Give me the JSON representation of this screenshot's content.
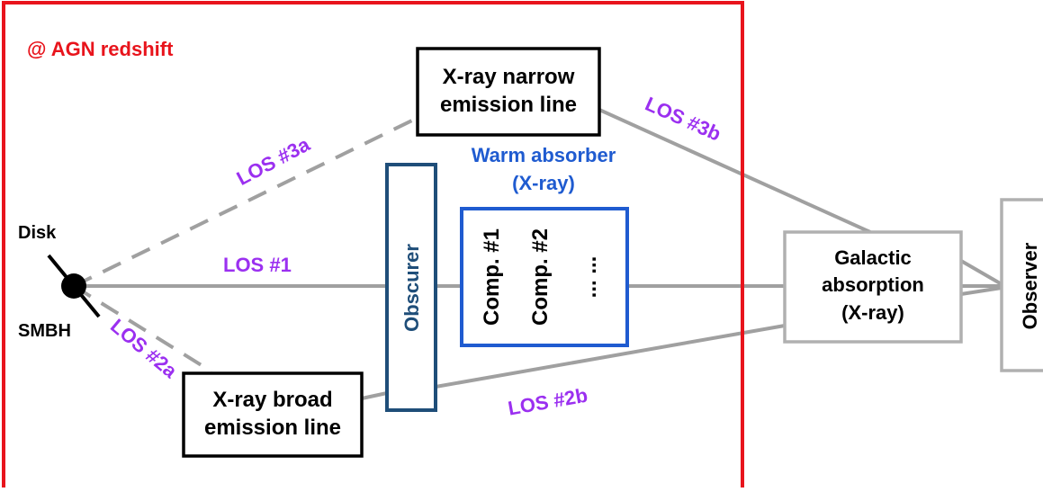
{
  "region_label": "@ AGN redshift",
  "disk_label": "Disk",
  "smbh_label": "SMBH",
  "narrow_line": {
    "line1": "X-ray narrow",
    "line2": "emission line"
  },
  "broad_line": {
    "line1": "X-ray broad",
    "line2": "emission line"
  },
  "obscurer_label": "Obscurer",
  "warm_absorber": {
    "title1": "Warm absorber",
    "title2": "(X-ray)",
    "components": [
      "Comp. #1",
      "Comp. #2",
      "... ..."
    ]
  },
  "galactic": {
    "line1": "Galactic",
    "line2": "absorption",
    "line3": "(X-ray)"
  },
  "observer_label": "Observer",
  "los_labels": {
    "los1": "LOS #1",
    "los2a": "LOS #2a",
    "los2b": "LOS #2b",
    "los3a": "LOS #3a",
    "los3b": "LOS #3b"
  },
  "colors": {
    "region_border": "#e8141c",
    "region_text": "#e8141c",
    "los_text": "#9b30f0",
    "warm_absorber": "#1f5bd0",
    "obscurer": "#1f4e79",
    "line_gray": "#9e9e9e",
    "box_gray": "#b0b0b0"
  }
}
